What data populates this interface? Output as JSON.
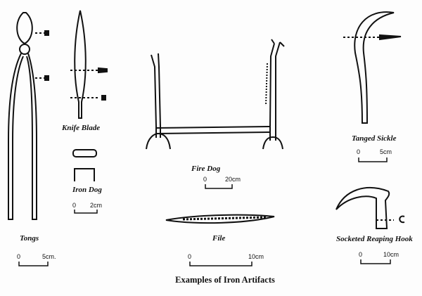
{
  "title": "Examples of Iron Artifacts",
  "artifacts": {
    "tongs": {
      "label": "Tongs",
      "scale_start": "0",
      "scale_end": "5cm."
    },
    "knife_blade": {
      "label": "Knife Blade"
    },
    "iron_dog": {
      "label": "Iron Dog",
      "scale_start": "0",
      "scale_end": "2cm"
    },
    "fire_dog": {
      "label": "Fire Dog",
      "scale_start": "0",
      "scale_end": "20cm"
    },
    "file": {
      "label": "File",
      "scale_start": "0",
      "scale_end": "10cm"
    },
    "tanged_sickle": {
      "label": "Tanged Sickle",
      "scale_start": "0",
      "scale_end": "5cm"
    },
    "socketed_reaping_hook": {
      "label": "Socketed Reaping Hook",
      "scale_start": "0",
      "scale_end": "10cm"
    }
  }
}
